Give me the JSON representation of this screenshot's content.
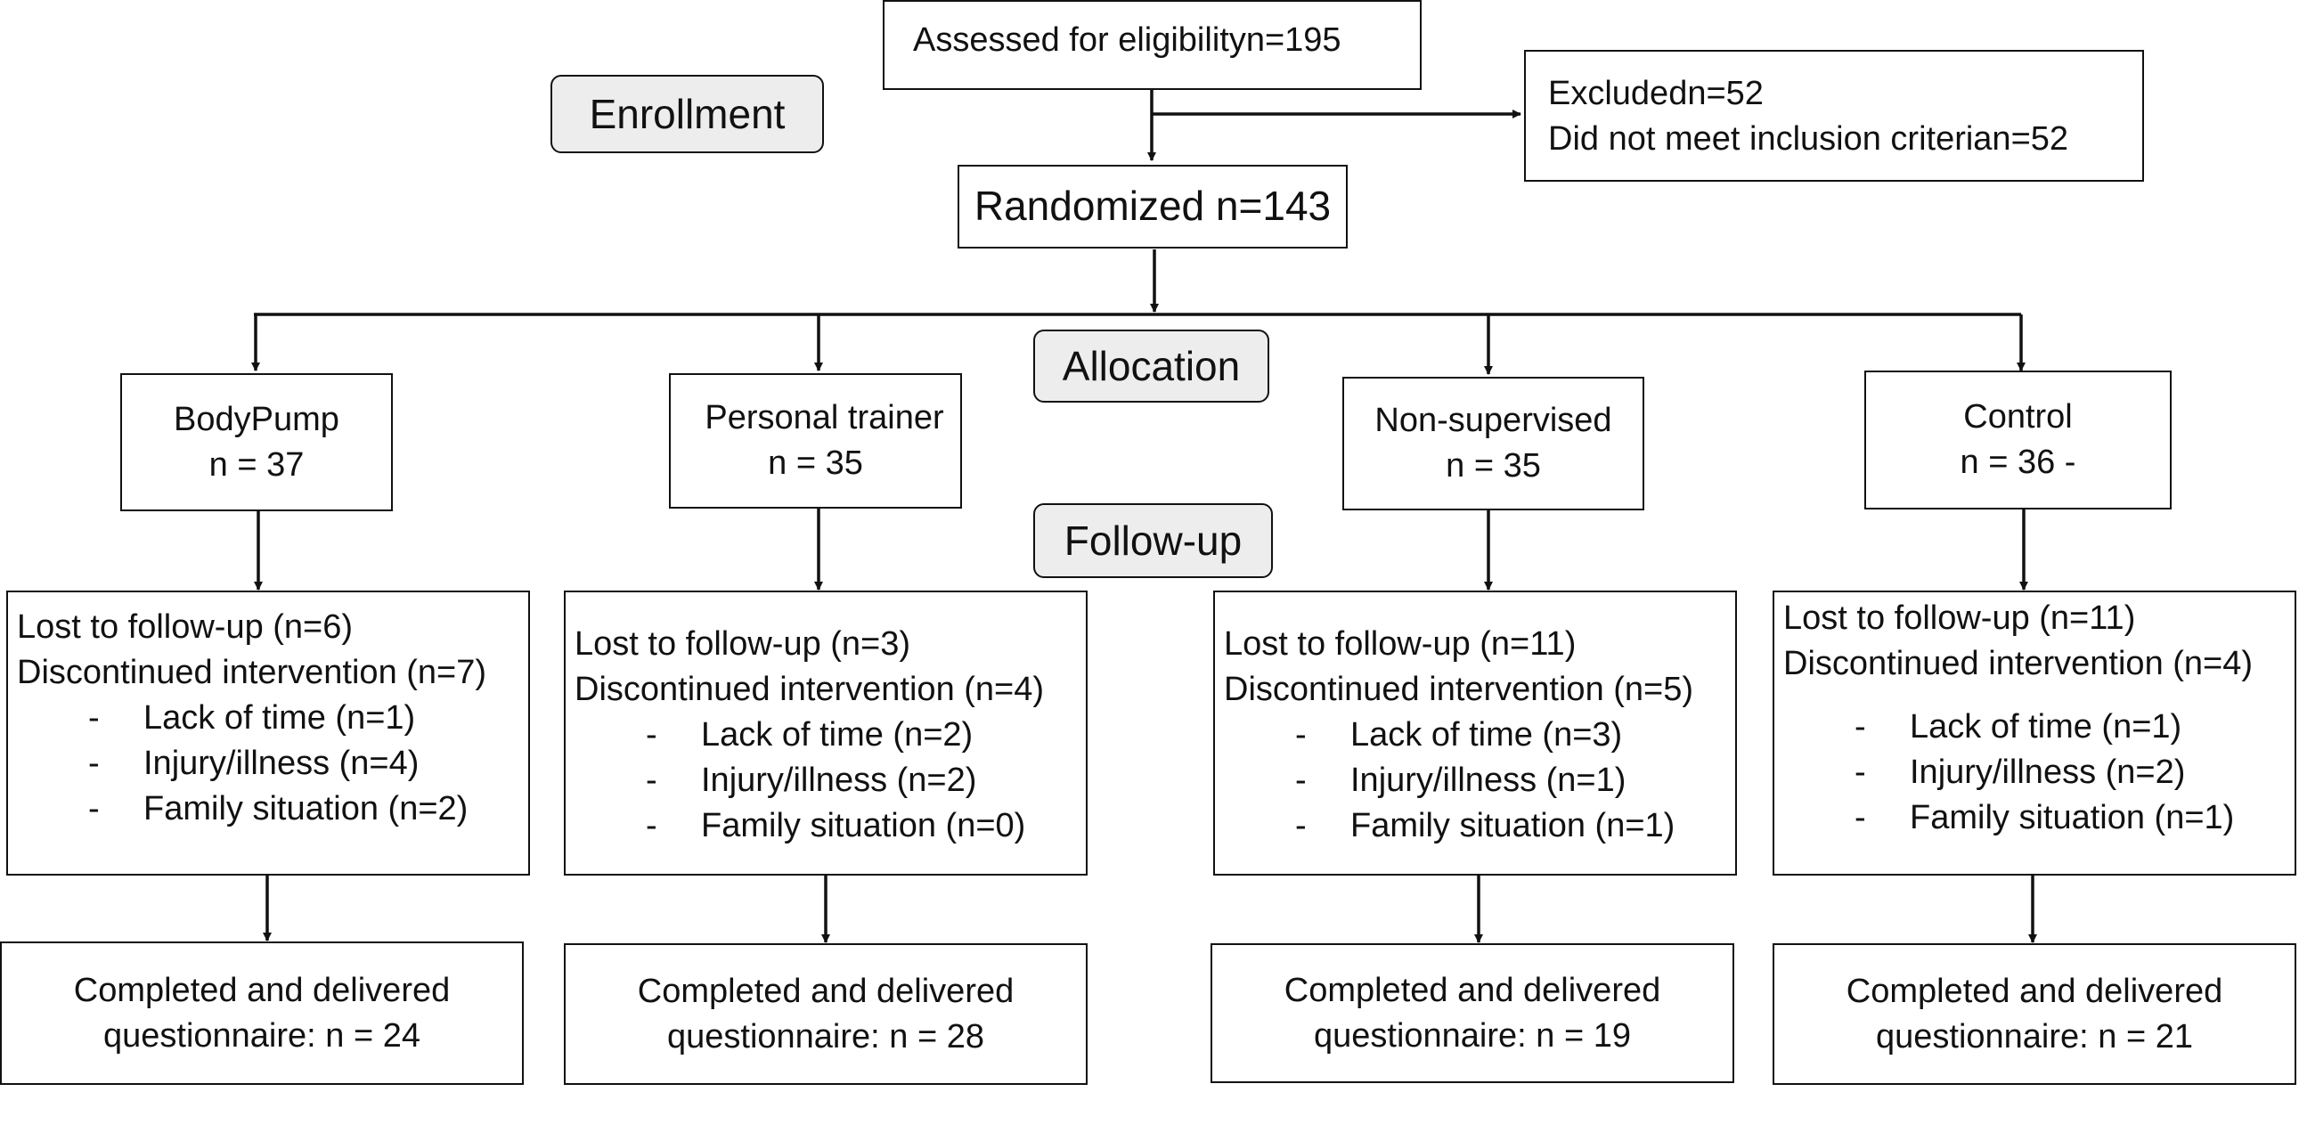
{
  "stages": {
    "enrollment": "Enrollment",
    "allocation": "Allocation",
    "followup": "Follow-up"
  },
  "assessed": "Assessed for eligibilityn=195",
  "excluded": {
    "line1": "Excludedn=52",
    "line2": "Did not meet inclusion criterian=52"
  },
  "randomized": "Randomized n=143",
  "groups": [
    {
      "name": "BodyPump",
      "n": "n = 37",
      "lost": "Lost to follow-up (n=6)",
      "discontinued": "Discontinued intervention (n=7)",
      "reasons": [
        "Lack of time (n=1)",
        "Injury/illness (n=4)",
        "Family situation (n=2)"
      ],
      "completed1": "Completed and delivered",
      "completed2": "questionnaire: n = 24"
    },
    {
      "name": "Personal trainer",
      "n": "n = 35",
      "lost": "Lost to follow-up (n=3)",
      "discontinued": "Discontinued intervention (n=4)",
      "reasons": [
        "Lack of time (n=2)",
        "Injury/illness (n=2)",
        "Family situation (n=0)"
      ],
      "completed1": "Completed and delivered",
      "completed2": "questionnaire: n = 28"
    },
    {
      "name": "Non-supervised",
      "n": "n = 35",
      "lost": "Lost to follow-up (n=11)",
      "discontinued": "Discontinued intervention (n=5)",
      "reasons": [
        "Lack of time (n=3)",
        "Injury/illness (n=1)",
        "Family situation (n=1)"
      ],
      "completed1": "Completed and delivered",
      "completed2": "questionnaire: n = 19"
    },
    {
      "name": "Control",
      "n": "n = 36 -",
      "lost": "Lost to follow-up (n=11)",
      "discontinued": "Discontinued intervention (n=4)",
      "reasons": [
        "Lack of time (n=1)",
        "Injury/illness (n=2)",
        "Family situation (n=1)"
      ],
      "completed1": "Completed and delivered",
      "completed2": "questionnaire: n = 21"
    }
  ],
  "dash": "-"
}
